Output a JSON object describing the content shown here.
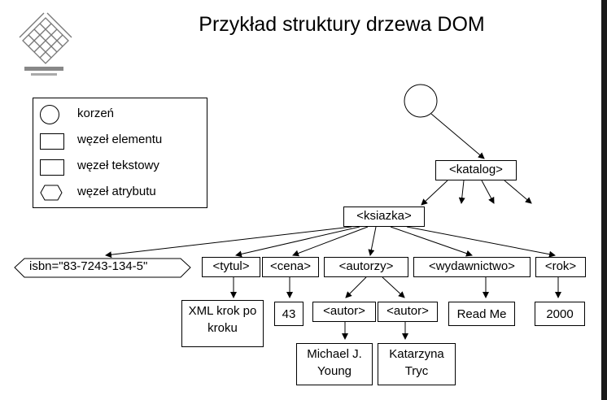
{
  "title": "Przykład struktury drzewa DOM",
  "legend": {
    "root": "korzeń",
    "element": "węzeł elementu",
    "text": "węzeł tekstowy",
    "attribute": "węzeł atrybutu"
  },
  "nodes": {
    "katalog": "<katalog>",
    "ksiazka": "<ksiazka>",
    "isbn": "isbn=\"83-7243-134-5\"",
    "tytul": "<tytul>",
    "cena": "<cena>",
    "autorzy": "<autorzy>",
    "wydawnictwo": "<wydawnictwo>",
    "rok": "<rok>",
    "autor1": "<autor>",
    "autor2": "<autor>",
    "tytul_text": "XML krok po kroku",
    "cena_text": "43",
    "wydawnictwo_text": "Read Me",
    "rok_text": "2000",
    "autor1_text": "Michael J. Young",
    "autor2_text": "Katarzyna Tryc"
  }
}
